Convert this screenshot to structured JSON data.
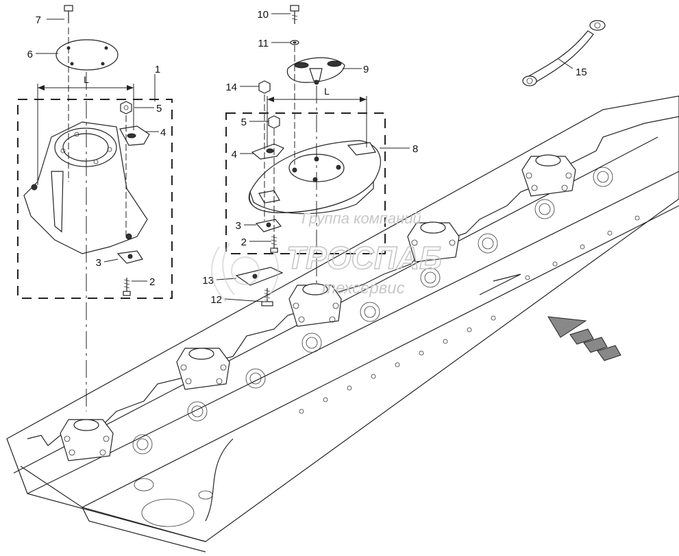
{
  "diagram": {
    "callouts": {
      "c1": "1",
      "c2a": "2",
      "c2b": "2",
      "c3a": "3",
      "c3b": "3",
      "c4a": "4",
      "c4b": "4",
      "c5a": "5",
      "c5b": "5",
      "c6": "6",
      "c7": "7",
      "c8": "8",
      "c9": "9",
      "c10": "10",
      "c11": "11",
      "c12": "12",
      "c13": "13",
      "c14": "14",
      "c15": "15"
    },
    "dimension_left": "L",
    "dimension_right": "L",
    "watermark": {
      "line1": "Группа компаний",
      "line2": "ТРОСПАБ",
      "line3": "техсервис"
    }
  }
}
